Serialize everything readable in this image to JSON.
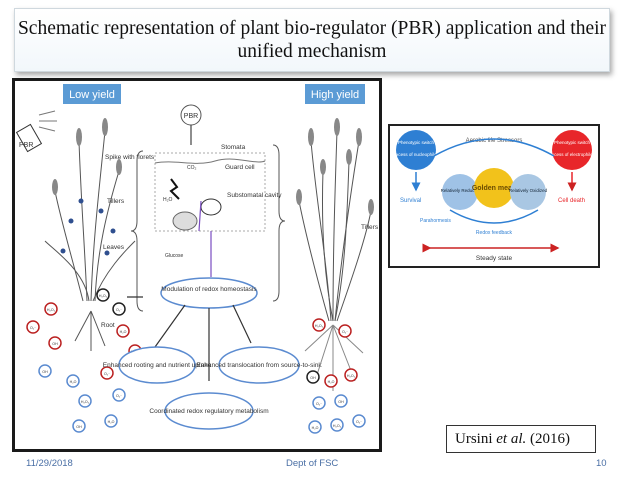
{
  "title": "Schematic representation of plant bio-regulator (PBR) application and their unified mechanism",
  "left_diagram": {
    "low_yield": "Low yield",
    "high_yield": "High yield",
    "pbr": "PBR",
    "spike": "Spike with florets",
    "tillers": "Tillers",
    "leaves": "Leaves",
    "root": "Root",
    "stomata": "Stomata",
    "guard_cell": "Guard cell",
    "substomatal": "Substomatal cavity",
    "co2": "CO₂",
    "h2o": "H₂O",
    "glucose": "Glucose",
    "modulation": "Modulation of redox homeostasis",
    "enhanced_rooting": "Enhanced rooting and nutrient uptake",
    "enhanced_translocation": "Enhanced translocation from source-to-sink",
    "coordinated": "Coordinated redox regulatory metabolism",
    "tillers_right": "Tillers",
    "ros_labels": [
      "H₂O₂",
      "O₂⁻",
      "OH",
      "H₂O"
    ]
  },
  "right_diagram": {
    "phenotypic_switch": "Phenotypic switch",
    "excess_nucleophiles": "Excess of nucleophiles",
    "aerobic_life": "Aerobic life Stressors",
    "phenotypic_switch_right": "Phenotypic switch",
    "excess_electrophiles": "Excess of electrophiles",
    "survival": "Survival",
    "relatively_reduced": "Relatively Reduced",
    "golden_mean": "Golden mean",
    "relatively_oxidized": "Relatively Oxidized",
    "cell_death": "Cell death",
    "parahormesis": "Parahormesis",
    "redox_feedback": "Redox feedback",
    "steady_state": "Steady state",
    "colors": {
      "red": "#e8262a",
      "blue": "#2e7fd3",
      "yellow": "#f2c21b",
      "light_blue": "#9fc2e6",
      "orange": "#f0a35c"
    }
  },
  "credit": {
    "author": "Ursini ",
    "etal": "et al.",
    "year": " (2016)"
  },
  "footer": {
    "date": "11/29/2018",
    "dept": "Dept of FSC",
    "page": "10"
  }
}
